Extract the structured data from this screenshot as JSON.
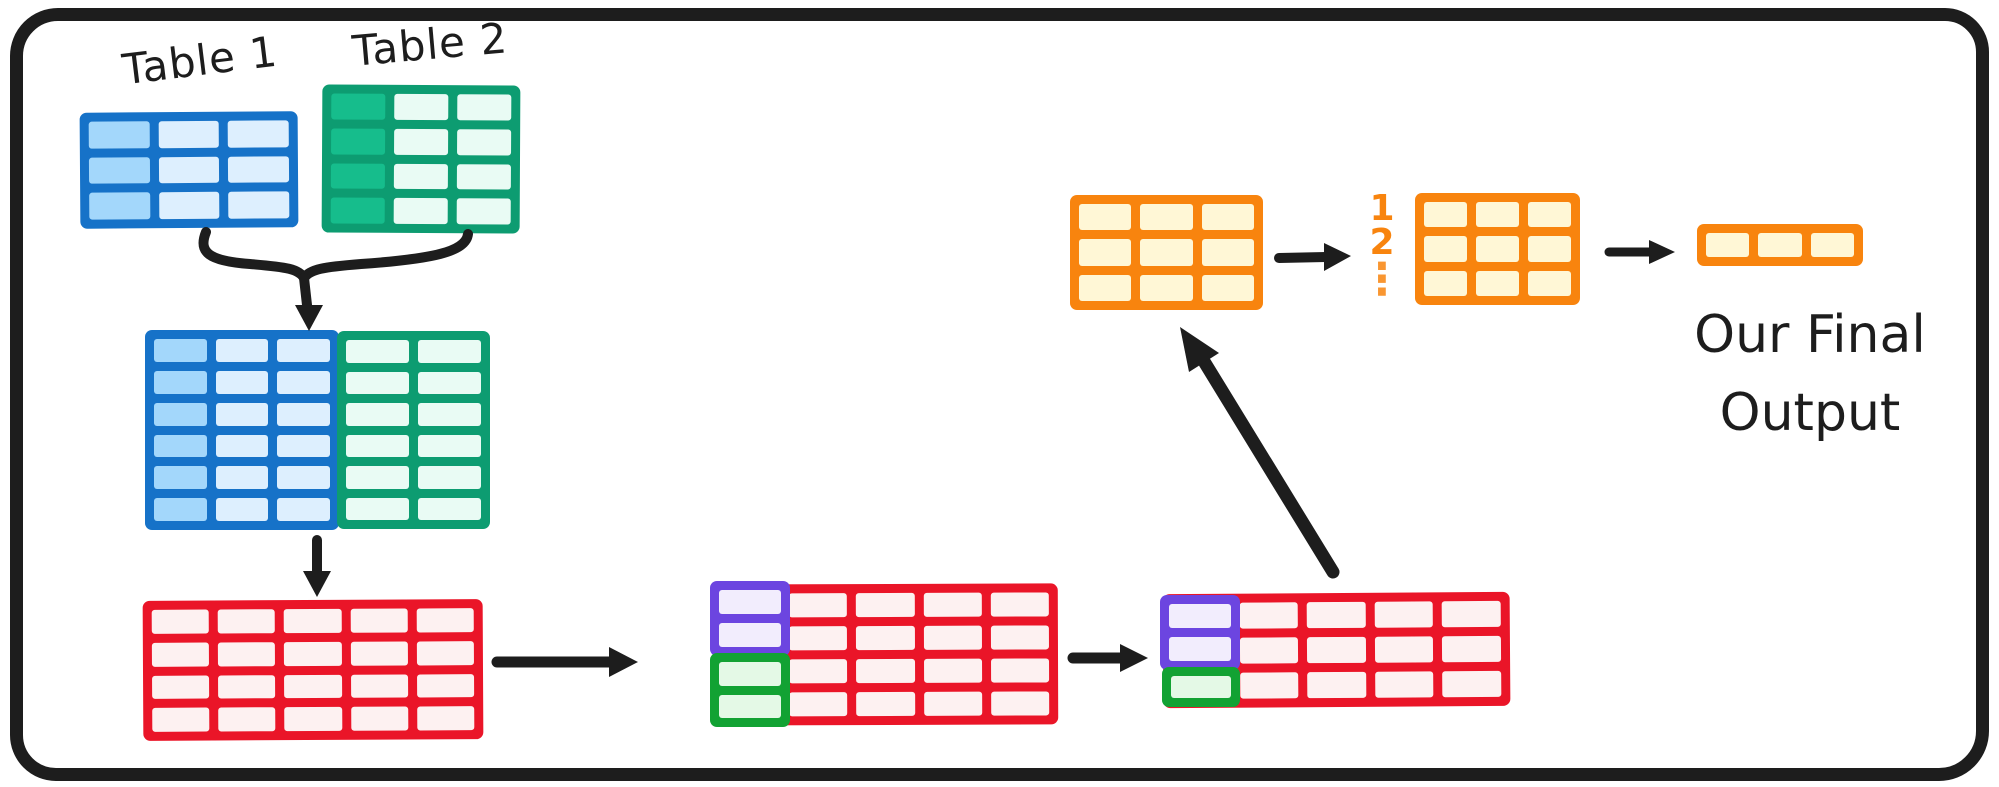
{
  "labels": {
    "table1": "Table 1",
    "table2": "Table 2",
    "final_line1": "Our Final",
    "final_line2": "Output"
  },
  "annotations": {
    "row_number_1": "1",
    "row_number_2": "2",
    "row_number_dots": "⋮"
  },
  "colors": {
    "ink": "#1d1d1d",
    "canvas_bg": "#ffffff",
    "row_number_text": "#f8840e",
    "themes": {
      "blue": {
        "stroke": "#1672c8",
        "cell": "#ddeffe",
        "accent": "#a3d7fb"
      },
      "green": {
        "stroke": "#0d9c71",
        "cell": "#e9fbf4",
        "accent": "#16bd8c"
      },
      "red": {
        "stroke": "#ea1528",
        "cell": "#fdf1f1"
      },
      "purple": {
        "stroke": "#6c45e0",
        "cell": "#f2edfd"
      },
      "hl_green": {
        "stroke": "#12a233",
        "cell": "#e4f9e6"
      },
      "orange": {
        "stroke": "#f8840e",
        "cell": "#fff7d6"
      }
    }
  },
  "tables": {
    "table1": {
      "rows": 3,
      "cols": 3,
      "theme": "blue",
      "accent_col": 0
    },
    "table2": {
      "rows": 4,
      "cols": 3,
      "theme": "green",
      "accent_col": 0
    },
    "merged_blue": {
      "rows": 6,
      "cols": 3,
      "theme": "blue",
      "accent_col": 0
    },
    "merged_green": {
      "rows": 6,
      "cols": 2,
      "theme": "green"
    },
    "union_red": {
      "rows": 4,
      "cols": 5,
      "theme": "red"
    },
    "grouped_red": {
      "rows": 4,
      "cols": 5,
      "theme": "red"
    },
    "grouped_key_purple": {
      "rows": 2,
      "cols": 1,
      "theme": "purple"
    },
    "grouped_key_green": {
      "rows": 2,
      "cols": 1,
      "theme": "hl_green"
    },
    "dedup_red": {
      "rows": 3,
      "cols": 5,
      "theme": "red"
    },
    "dedup_key_purple": {
      "rows": 2,
      "cols": 1,
      "theme": "purple"
    },
    "dedup_key_green": {
      "rows": 1,
      "cols": 1,
      "theme": "hl_green"
    },
    "orange_full": {
      "rows": 3,
      "cols": 3,
      "theme": "orange"
    },
    "orange_numbered": {
      "rows": 3,
      "cols": 3,
      "theme": "orange"
    },
    "final_row": {
      "rows": 1,
      "cols": 3,
      "theme": "orange"
    }
  }
}
